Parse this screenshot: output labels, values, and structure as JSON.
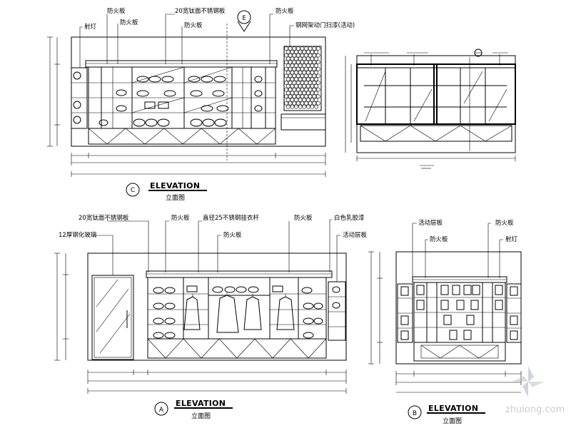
{
  "elevation_c": {
    "callouts": {
      "fire_panel_1": "防火板",
      "steel_20": "20宽钛面不锈钢板",
      "fire_panel_2": "防火板",
      "spot_light": "射灯",
      "fire_panel_3": "防火板",
      "fire_panel_4": "防火板",
      "mesh_note": "钢网架动门扫漆(活动)"
    },
    "marker": "E",
    "title": "ELEVATION",
    "subtitle": "立面图",
    "bubble": "C"
  },
  "elevation_a": {
    "callouts": {
      "steel_20": "20宽钛面不锈钢板",
      "fire_panel_1": "防火板",
      "hang_rod": "直径25不锈钢挂衣杆",
      "fire_panel_2": "防火板",
      "white_paint": "白色乳胶漆",
      "glass_12": "12厚钢化玻璃",
      "fire_panel_3": "防火板",
      "shelf": "活动层板"
    },
    "title": "ELEVATION",
    "subtitle": "立面图",
    "bubble": "A"
  },
  "elevation_b": {
    "callouts": {
      "movable_shelf": "活动层板",
      "fire_panel_1": "防火板",
      "fire_panel_2": "防火板",
      "spot_light": "射灯"
    },
    "title": "ELEVATION",
    "subtitle": "立面图",
    "bubble": "B"
  },
  "watermark": "zhulong.com"
}
